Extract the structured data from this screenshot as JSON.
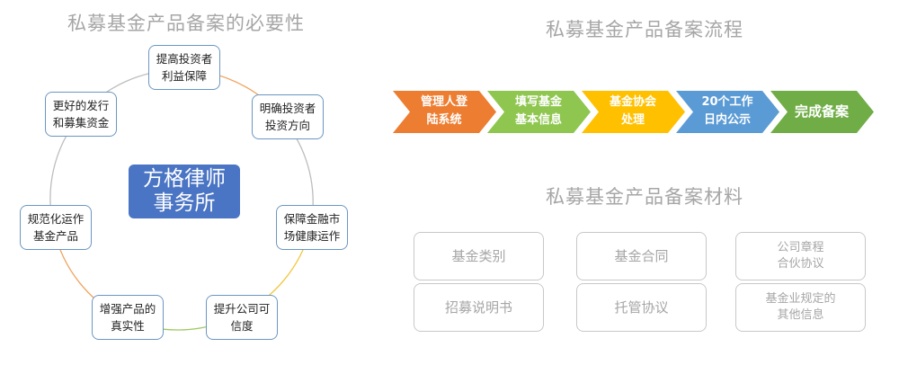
{
  "left": {
    "title": "私募基金产品备案的必要性",
    "center": [
      "方格律师",
      "事务所"
    ],
    "nodes": [
      {
        "lines": [
          "提高投资者",
          "利益保障"
        ]
      },
      {
        "lines": [
          "明确投资者",
          "投资方向"
        ]
      },
      {
        "lines": [
          "保障金融市",
          "场健康运作"
        ]
      },
      {
        "lines": [
          "提升公司可",
          "信度"
        ]
      },
      {
        "lines": [
          "增强产品的",
          "真实性"
        ]
      },
      {
        "lines": [
          "规范化运作",
          "基金产品"
        ]
      },
      {
        "lines": [
          "更好的发行",
          "和募集资金"
        ]
      }
    ],
    "ring_colors": [
      "#f0a35e",
      "#bdbdbd",
      "#f2c63a",
      "#9cc95f",
      "#f0a35e",
      "#bdbdbd"
    ]
  },
  "process": {
    "title": "私募基金产品备案流程",
    "steps": [
      {
        "lines": [
          "管理人登",
          "陆系统"
        ],
        "color": "#ed7d31"
      },
      {
        "lines": [
          "填写基金",
          "基本信息"
        ],
        "color": "#8fc64f"
      },
      {
        "lines": [
          "基金协会",
          "处理"
        ],
        "color": "#ffc000"
      },
      {
        "lines": [
          "20个工作",
          "日内公示"
        ],
        "color": "#5b9bd5"
      },
      {
        "lines": [
          "完成备案"
        ],
        "color": "#70ad47"
      }
    ]
  },
  "materials": {
    "title": "私募基金产品备案材料",
    "items": [
      {
        "lines": [
          "基金类别"
        ]
      },
      {
        "lines": [
          "基金合同"
        ]
      },
      {
        "lines": [
          "公司章程",
          "合伙协议"
        ]
      },
      {
        "lines": [
          "招募说明书"
        ]
      },
      {
        "lines": [
          "托管协议"
        ]
      },
      {
        "lines": [
          "基金业规定的",
          "其他信息"
        ]
      }
    ]
  }
}
